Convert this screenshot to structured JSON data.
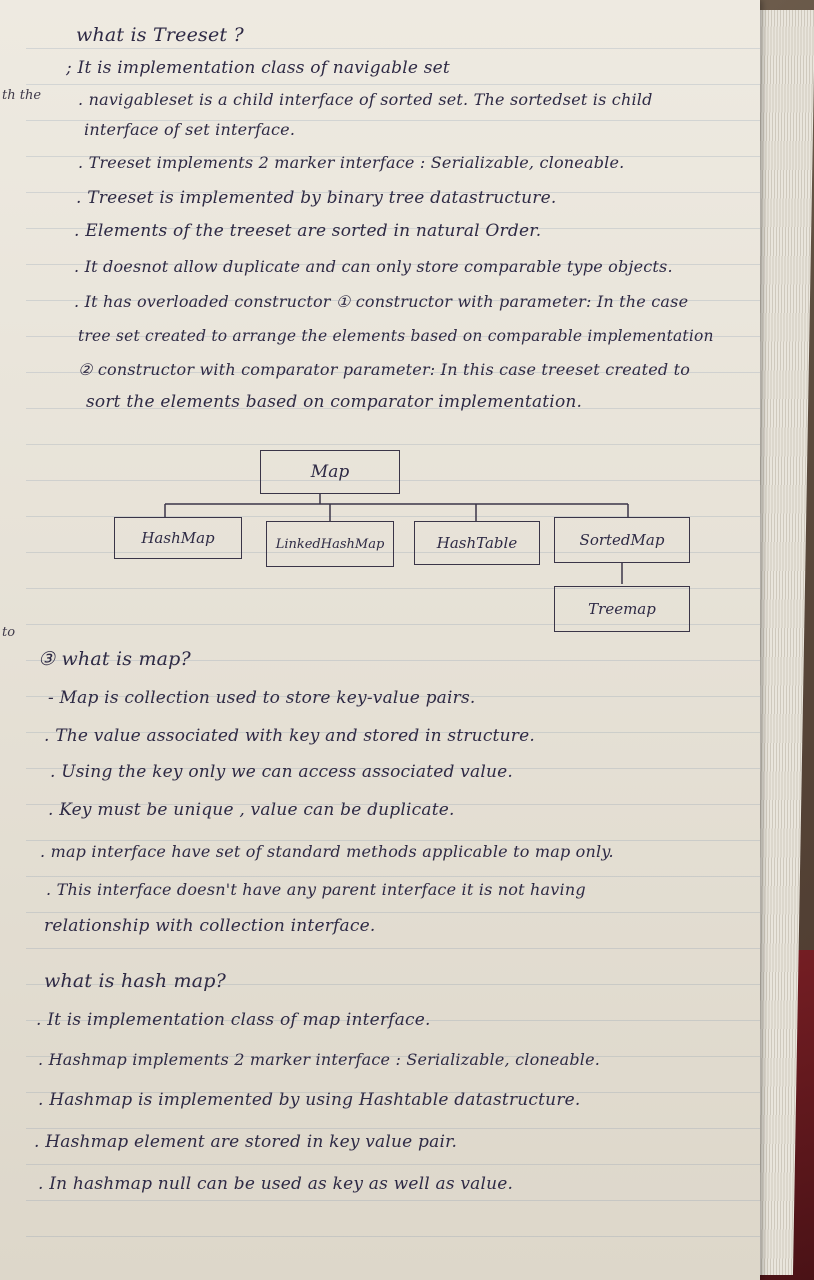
{
  "margin_notes": [
    "th the",
    "to"
  ],
  "treeset": {
    "title": "what is Treeset ?",
    "lines": [
      "; It is implementation class of navigable set",
      ". navigableset is a child interface of sorted set. The sortedset is child",
      "interface of set interface.",
      ". Treeset implements 2 marker interface : Serializable, cloneable.",
      ". Treeset is implemented by binary tree datastructure.",
      ". Elements of the treeset are sorted in natural Order.",
      ". It doesnot allow duplicate and can only store comparable type objects.",
      ". It has overloaded constructor ① constructor with parameter: In the case",
      "tree set created to arrange the elements based on comparable implementation",
      "② constructor with comparator parameter: In this case treeset created to",
      "sort the elements based on comparator implementation."
    ]
  },
  "diagram": {
    "root": "Map",
    "children": [
      "HashMap",
      "LinkedHashMap",
      "HashTable",
      "SortedMap"
    ],
    "grandchild": "Treemap"
  },
  "map_section": {
    "title": "③ what is map?",
    "lines": [
      "- Map is collection used to store key-value pairs.",
      ". The value associated with key and stored in structure.",
      ". Using the key only we can access associated value.",
      ". Key must be unique , value can be duplicate.",
      ". map interface have set of standard methods applicable to map only.",
      ". This interface doesn't have any parent interface it is not having",
      "relationship with collection interface."
    ]
  },
  "hashmap_section": {
    "title": "what is hash map?",
    "lines": [
      ". It is implementation class of map interface.",
      ". Hashmap implements 2 marker interface : Serializable, cloneable.",
      ". Hashmap is implemented by using Hashtable datastructure.",
      ". Hashmap element are stored in key value pair.",
      ". In hashmap null can be used as key as well as value."
    ]
  }
}
